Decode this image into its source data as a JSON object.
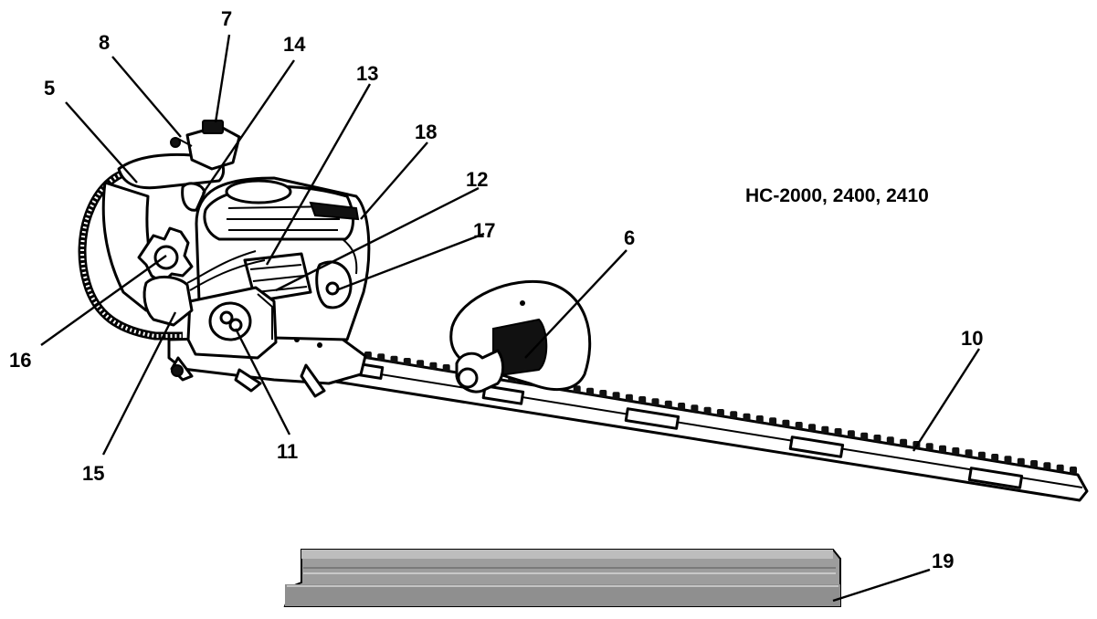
{
  "model_label": "HC-2000, 2400, 2410",
  "callouts": [
    {
      "id": "5",
      "text": "5"
    },
    {
      "id": "6",
      "text": "6"
    },
    {
      "id": "7",
      "text": "7"
    },
    {
      "id": "8",
      "text": "8"
    },
    {
      "id": "10",
      "text": "10"
    },
    {
      "id": "11",
      "text": "11"
    },
    {
      "id": "12",
      "text": "12"
    },
    {
      "id": "13",
      "text": "13"
    },
    {
      "id": "14",
      "text": "14"
    },
    {
      "id": "15",
      "text": "15"
    },
    {
      "id": "16",
      "text": "16"
    },
    {
      "id": "17",
      "text": "17"
    },
    {
      "id": "18",
      "text": "18"
    },
    {
      "id": "19",
      "text": "19"
    }
  ],
  "colors": {
    "ink": "#000000",
    "background": "#ffffff",
    "blade_guard": "#9a9a9a"
  }
}
